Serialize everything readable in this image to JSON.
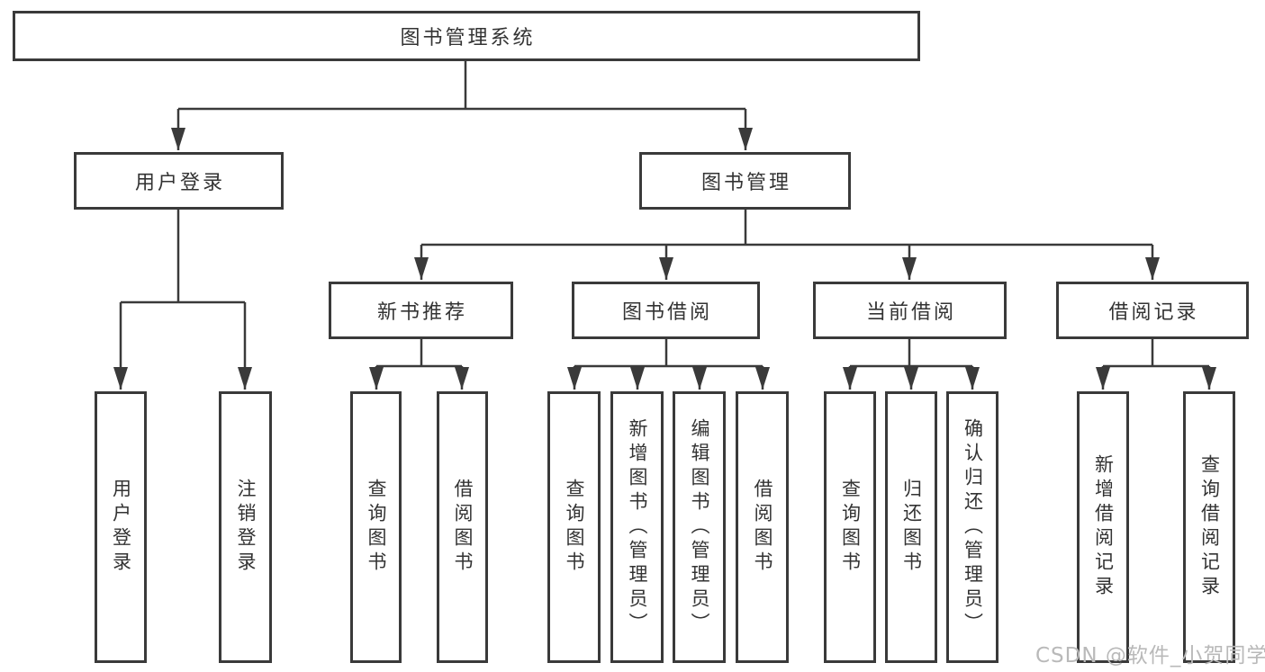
{
  "diagram_type": "hierarchy-tree",
  "tree": {
    "label": "图书管理系统",
    "children": [
      {
        "label": "用户登录",
        "children": [
          {
            "label": "用户登录"
          },
          {
            "label": "注销登录"
          }
        ]
      },
      {
        "label": "图书管理",
        "children": [
          {
            "label": "新书推荐",
            "children": [
              {
                "label": "查询图书"
              },
              {
                "label": "借阅图书"
              }
            ]
          },
          {
            "label": "图书借阅",
            "children": [
              {
                "label": "查询图书"
              },
              {
                "label": "新增图书（管理员）"
              },
              {
                "label": "编辑图书（管理员）"
              },
              {
                "label": "借阅图书"
              }
            ]
          },
          {
            "label": "当前借阅",
            "children": [
              {
                "label": "查询图书"
              },
              {
                "label": "归还图书"
              },
              {
                "label": "确认归还（管理员）"
              }
            ]
          },
          {
            "label": "借阅记录",
            "children": [
              {
                "label": "新增借阅记录"
              },
              {
                "label": "查询借阅记录"
              }
            ]
          }
        ]
      }
    ]
  },
  "watermark": {
    "text": "CSDN @软件_小贺同学"
  },
  "colors": {
    "line": "#3a3a3a",
    "box_border": "#3a3a3a",
    "text": "#333333",
    "watermark": "#b9b9b9",
    "background": "#ffffff"
  }
}
